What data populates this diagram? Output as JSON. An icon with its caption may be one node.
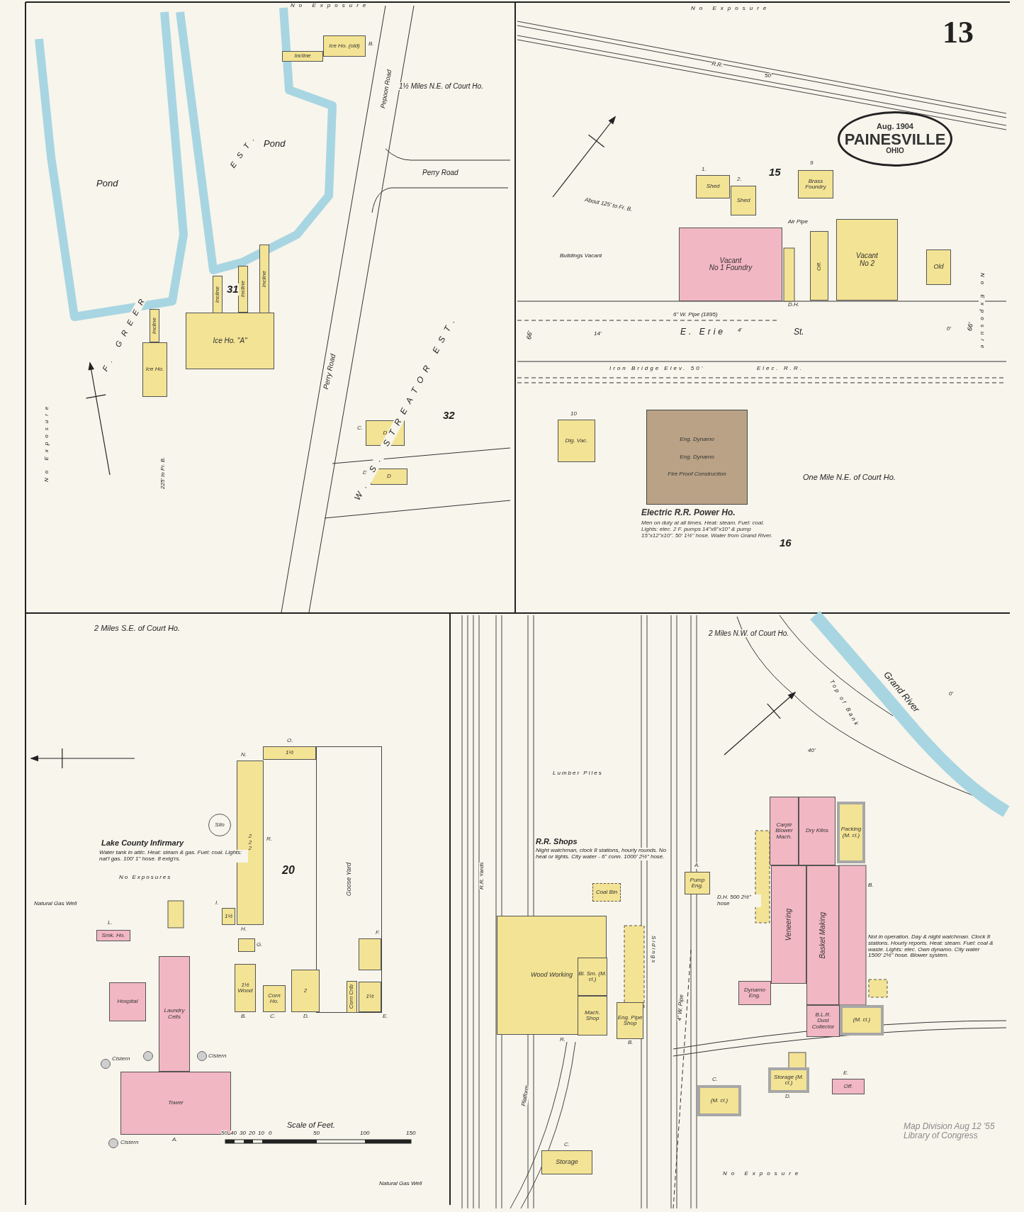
{
  "diagram": {
    "nodes": [
      {
        "text": [
          "Ice Ho. (old)"
        ],
        "beside": [
          "B."
        ]
      },
      {
        "text": [
          "Incline"
        ]
      },
      {
        "text": [
          "Incline"
        ]
      },
      {
        "text": [
          "Incline"
        ]
      },
      {
        "text": [
          "Incline"
        ]
      },
      {
        "text": [
          "Ice Ho. \"A\""
        ]
      },
      {
        "text": [
          "Incline"
        ]
      },
      {
        "text": [
          "Ice Ho."
        ]
      },
      {
        "text": [
          "D"
        ],
        "beside": [
          "C."
        ]
      },
      {
        "text": [
          "D"
        ],
        "beside": [
          "D"
        ]
      },
      {
        "text": [
          "Aug. 1904",
          "PAINESVILLE",
          "OHIO"
        ]
      },
      {
        "text": [
          "Shed"
        ],
        "beside": [
          "1."
        ]
      },
      {
        "text": [
          "Shed"
        ],
        "beside": [
          "2."
        ]
      },
      {
        "text": [
          "Brass Foundry"
        ],
        "beside": [
          "9"
        ]
      },
      {
        "text": [
          "Vacant",
          "No 1 Foundry"
        ]
      },
      {
        "text": [
          "Off."
        ]
      },
      {
        "text": [
          "Vacant",
          "No 2"
        ]
      },
      {
        "text": [
          "Old"
        ]
      },
      {
        "text": [
          "Dlg. Vac."
        ],
        "beside": [
          "10"
        ]
      },
      {
        "text": [
          "Eng. Dynamo",
          "Eng. Dynamo",
          "Fire Proof Construction"
        ],
        "beside": [
          "Electric R.R. Power Ho.",
          "Men on duty at all times. Heat: steam. Fuel: coal. Lights: elec. 2 F. pumps 14\"x8\"x10\" & pump 15\"x12\"x10\". 50' 1½\" hose. Water from Grand River."
        ]
      },
      {
        "text": [
          "2",
          "2",
          "2"
        ],
        "beside": [
          "N.",
          "R.",
          "H."
        ]
      },
      {
        "text": [
          "1½"
        ],
        "beside": [
          "O."
        ]
      },
      {
        "text": [
          "Goose Yard"
        ]
      },
      {
        "text": [
          "Silo"
        ]
      },
      {
        "text": [
          "1½"
        ],
        "beside": [
          "I."
        ]
      },
      {
        "text": [],
        "shape": "box",
        "beside": [
          "G."
        ]
      },
      {
        "text": [
          "1½",
          "Wood"
        ],
        "beside": [
          "B."
        ]
      },
      {
        "text": [
          "Corn Ho."
        ],
        "beside": [
          "C."
        ]
      },
      {
        "text": [
          "2"
        ],
        "beside": [
          "D."
        ]
      },
      {
        "text": [],
        "shape": "box",
        "beside": [
          "F."
        ],
        "in": 22
      },
      {
        "text": [
          "1½"
        ],
        "beside": [
          "E."
        ],
        "in": 22
      },
      {
        "text": [
          "Corn Crib"
        ],
        "in": 22
      },
      {
        "text": [
          "Laundry",
          "Cells"
        ]
      },
      {
        "text": [
          "Hospital"
        ]
      },
      {
        "text": [
          "Tower"
        ],
        "beside": [
          "A."
        ]
      },
      {
        "text": [
          "Smk. Ho."
        ],
        "beside": [
          "L."
        ]
      },
      {
        "text": [],
        "shape": "circle",
        "beside": [
          "Cistern"
        ]
      },
      {
        "text": [],
        "shape": "circle"
      },
      {
        "text": [],
        "shape": "circle",
        "beside": [
          "Cistern"
        ]
      },
      {
        "text": [],
        "shape": "circle",
        "beside": [
          "Cistern"
        ]
      },
      {
        "text": [
          "Wood Working"
        ],
        "beside": [
          "R."
        ]
      },
      {
        "text": [
          "Bl. Sm. (M. cl.)"
        ],
        "in": 40
      },
      {
        "text": [
          "Mach. Shop"
        ],
        "in": 40
      },
      {
        "text": [
          "Coal Bin"
        ]
      },
      {
        "text": [
          "Eng. Pipe Shop"
        ],
        "beside": [
          "B."
        ]
      },
      {
        "text": [
          "Storage"
        ],
        "beside": [
          "C."
        ]
      },
      {
        "text": [
          "Carptr",
          "Blower Mach."
        ]
      },
      {
        "text": [
          "Dry Kilns"
        ]
      },
      {
        "text": [
          "Packing",
          "(M. cl.)"
        ]
      },
      {
        "text": [
          "Veneering"
        ]
      },
      {
        "text": [
          "Basket Making"
        ]
      },
      {
        "text": [
          "Dynamo Eng."
        ]
      },
      {
        "text": [
          "B.L.R.",
          "Dust Collector"
        ]
      },
      {
        "text": [
          "(M. cl.)"
        ]
      },
      {
        "text": [
          "Storage (M. cl.)"
        ],
        "beside": [
          "D."
        ]
      },
      {
        "text": [
          "Off."
        ],
        "beside": [
          "E."
        ]
      },
      {
        "text": [
          "(M. cl.)"
        ],
        "beside": [
          "C."
        ]
      },
      {
        "text": [
          "Pump Eng."
        ],
        "beside": [
          "A."
        ]
      }
    ],
    "labels": [
      "No Exposure",
      "Pond",
      "Pond",
      "EST.",
      "F. GREER",
      "1½ Miles N.E. of Court Ho.",
      "Pepoon Road",
      "Perry Road",
      "Perry Road",
      "31",
      "32",
      "W. S. STREATOR EST.",
      "No Exposure",
      "225' to Fr. B.",
      "13",
      "No Exposure",
      "R.R.",
      "50'",
      "15",
      "About 125' to Fr. B.",
      "Buildings Vacant",
      "Air Pipe",
      "D.H.",
      "6\" W. Pipe (1895)",
      "66'",
      "14'",
      "E. Erie",
      "4'",
      "St.",
      "0'",
      "66'",
      "Iron Bridge Elev. 50'",
      "Elec. R.R.",
      "No Exposure",
      "One Mile N.E. of Court Ho.",
      "16",
      "2 Miles S.E. of Court Ho.",
      "Lake County Infirmary",
      "Water tank in attic. Heat: steam & gas. Fuel: coal. Lights: nat'l gas. 100' 1\" hose. 8 extg'rs.",
      "No Exposures",
      "20",
      "Natural Gas Well",
      "Scale of Feet.",
      "50",
      "40",
      "30",
      "20",
      "10",
      "0",
      "50",
      "100",
      "150",
      "Natural Gas Well",
      "R.R. Yards",
      "Lumber Piles",
      "R.R. Shops",
      "Night watchman, clock 8 stations, hourly rounds. No heat or lights. City water - 6\" conn. 1000' 2½\" hose.",
      "Sidings",
      "Platform",
      "4\" W. Pipe",
      "2 Miles N.W. of Court Ho.",
      "Top of Bank",
      "Grand River",
      "0'",
      "40'",
      "Not in operation. Day & night watchman. Clock 8 stations. Hourly reports. Heat: steam. Fuel: coal & waste. Lights: elec. Own dynamo. City water 1500' 2½\" hose. Blower system.",
      "D.H. 500 2½\" hose",
      "B.",
      "No Exposure",
      "Map Division Aug 12 '55 Library of Congress"
    ]
  }
}
